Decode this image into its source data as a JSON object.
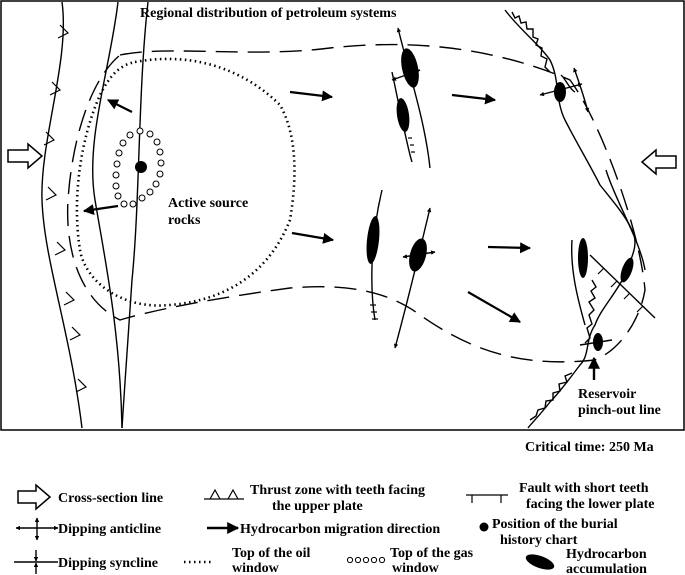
{
  "title": "Regional distribution of petroleum systems",
  "labels": {
    "source_line1": "Active source",
    "source_line2": "rocks",
    "pinchout_line1": "Reservoir",
    "pinchout_line2": "pinch-out line",
    "critical_time": "Critical time: 250 Ma"
  },
  "legend": {
    "cross_section": "Cross-section line",
    "thrust_line1": "Thrust zone with teeth facing",
    "thrust_line2": "the upper plate",
    "fault_line1": "Fault with short teeth",
    "fault_line2": "facing the lower plate",
    "anticline": "Dipping anticline",
    "migration": "Hydrocarbon migration direction",
    "burial_line1": "Position of the burial",
    "burial_line2": "history chart",
    "syncline": "Dipping syncline",
    "oil_line1": "Top of the oil",
    "oil_line2": "window",
    "gas_line1": "Top of the gas",
    "gas_line2": "window",
    "accum_line1": "Hydrocarbon",
    "accum_line2": "accumulation"
  }
}
